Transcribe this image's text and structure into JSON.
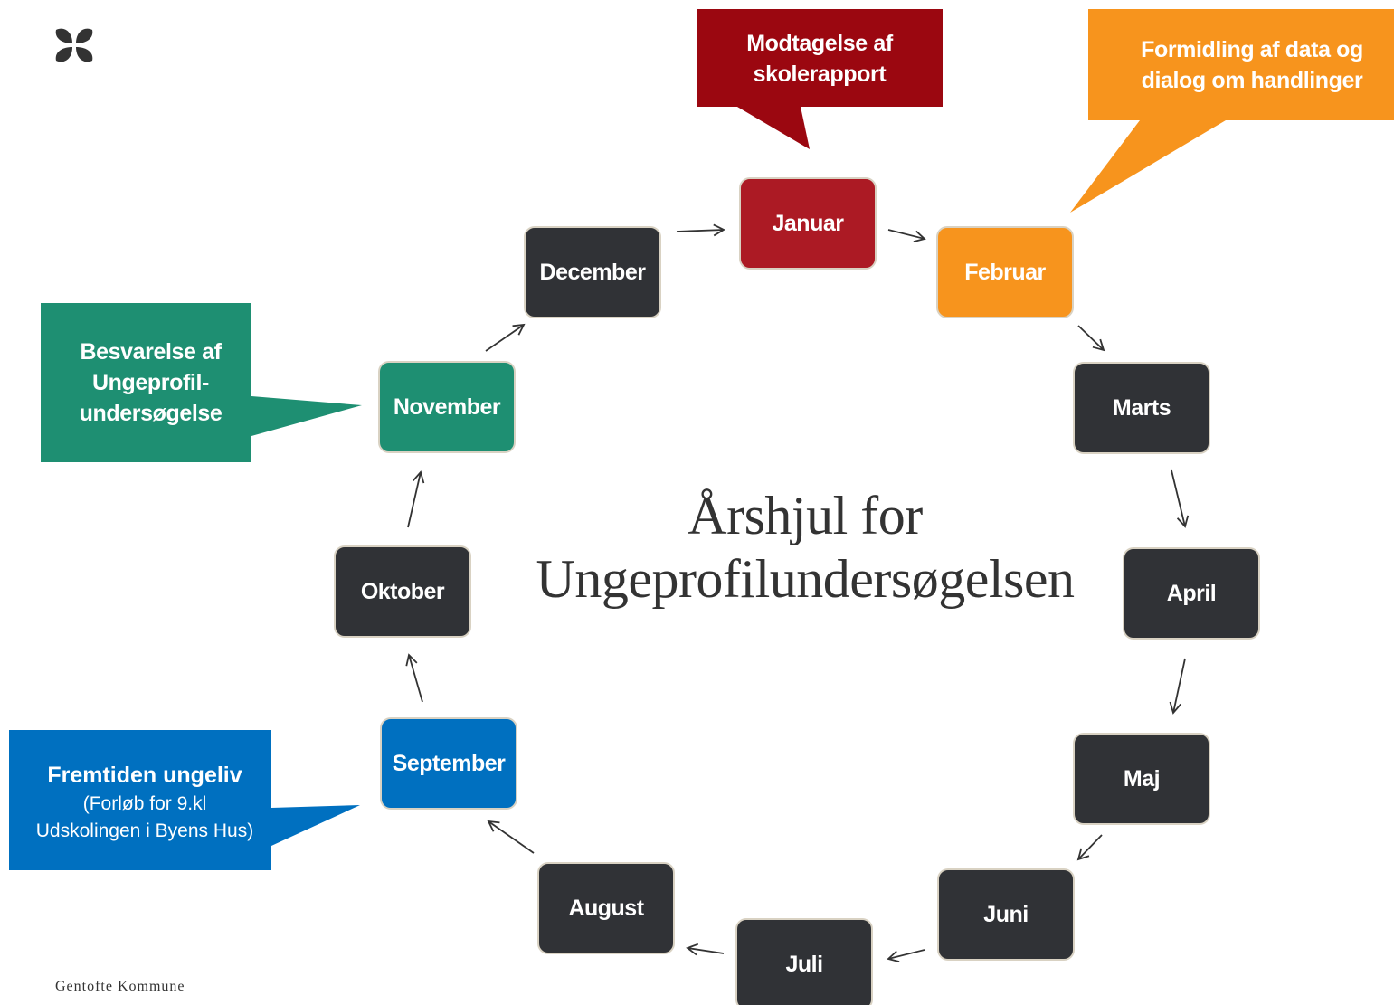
{
  "title": {
    "line1": "Årshjul for",
    "line2": "Ungeprofilundersøgelsen"
  },
  "footer": "Gentofte Kommune",
  "logo_icon": "gentofte-clover-logo-icon",
  "months": {
    "januar": "Januar",
    "februar": "Februar",
    "marts": "Marts",
    "april": "April",
    "maj": "Maj",
    "juni": "Juni",
    "juli": "Juli",
    "august": "August",
    "september": "September",
    "oktober": "Oktober",
    "november": "November",
    "december": "December"
  },
  "callouts": {
    "januar": {
      "line1": "Modtagelse af",
      "line2": "skolerapport"
    },
    "februar": {
      "line1": "Formidling af data og",
      "line2": "dialog om handlinger"
    },
    "november": {
      "line1": "Besvarelse af",
      "line2": "Ungeprofil-",
      "line3": "undersøgelse"
    },
    "september": {
      "line1": "Fremtiden ungeliv",
      "line2": "(Forløb for 9.kl",
      "line3": "Udskolingen i Byens Hus)"
    }
  },
  "colors": {
    "dark_box": "#303236",
    "januar": "#ac1a24",
    "januar_callout": "#9b0710",
    "februar": "#f7941d",
    "november": "#1e8f72",
    "september": "#0070c0",
    "arrow": "#333333"
  }
}
